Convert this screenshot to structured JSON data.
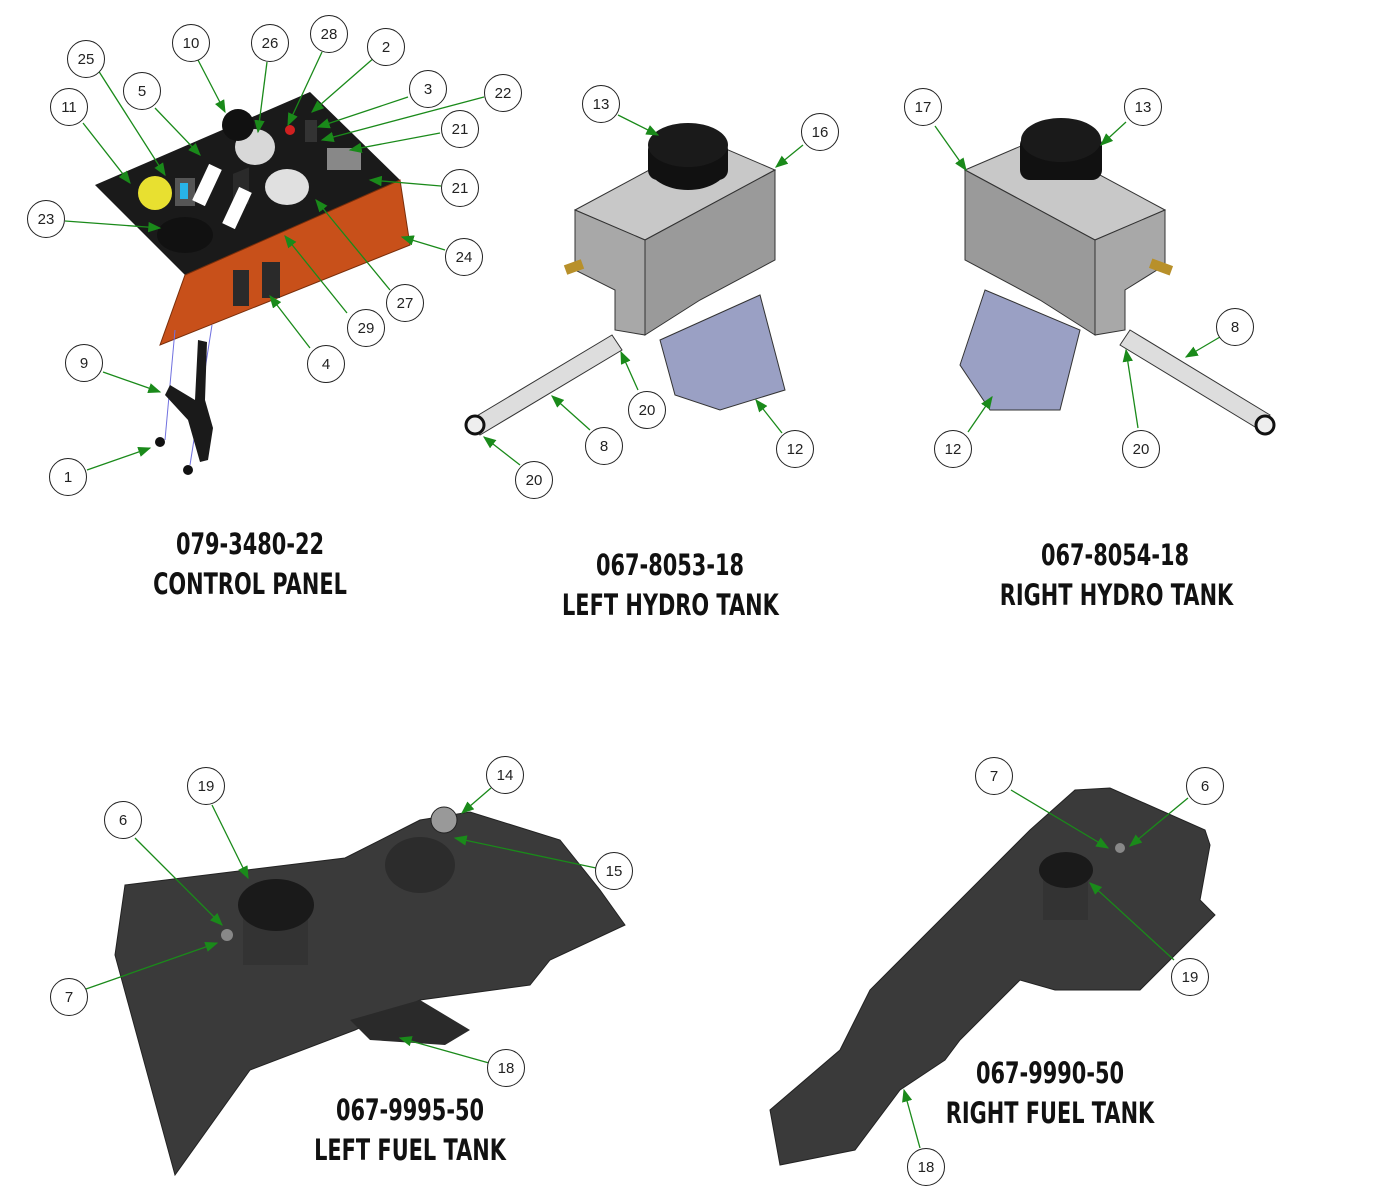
{
  "assemblies": [
    {
      "id": "control-panel",
      "part_number": "079-3480-22",
      "name": "CONTROL PANEL",
      "callouts": [
        "10",
        "26",
        "28",
        "2",
        "25",
        "5",
        "3",
        "22",
        "11",
        "21",
        "21",
        "23",
        "24",
        "27",
        "29",
        "4",
        "9",
        "1"
      ]
    },
    {
      "id": "left-hydro-tank",
      "part_number": "067-8053-18",
      "name": "LEFT HYDRO TANK",
      "callouts": [
        "13",
        "16",
        "20",
        "8",
        "12",
        "20"
      ]
    },
    {
      "id": "right-hydro-tank",
      "part_number": "067-8054-18",
      "name": "RIGHT HYDRO TANK",
      "callouts": [
        "17",
        "13",
        "8",
        "12",
        "20"
      ]
    },
    {
      "id": "left-fuel-tank",
      "part_number": "067-9995-50",
      "name": "LEFT FUEL TANK",
      "callouts": [
        "19",
        "14",
        "6",
        "15",
        "7",
        "18"
      ]
    },
    {
      "id": "right-fuel-tank",
      "part_number": "067-9990-50",
      "name": "RIGHT FUEL TANK",
      "callouts": [
        "7",
        "6",
        "19",
        "18"
      ]
    }
  ],
  "colors": {
    "leader": "#1a8a1a",
    "panel_orange": "#c8501a",
    "panel_black": "#1a1a1a",
    "tank_gray": "#a8a8a8",
    "filter_blue": "#9aa0c4",
    "fuel_tank": "#3a3a3a"
  }
}
